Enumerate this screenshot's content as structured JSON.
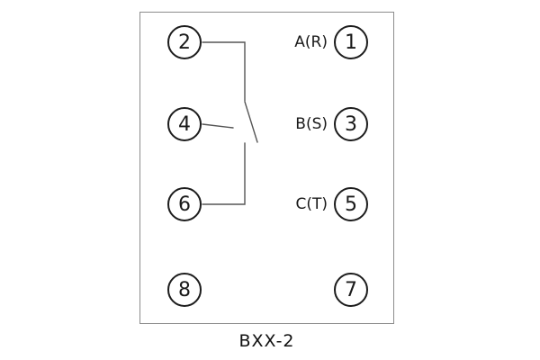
{
  "diagram": {
    "caption": "BXX-2",
    "terminals": {
      "t1": {
        "number": "1"
      },
      "t2": {
        "number": "2"
      },
      "t3": {
        "number": "3"
      },
      "t4": {
        "number": "4"
      },
      "t5": {
        "number": "5"
      },
      "t6": {
        "number": "6"
      },
      "t7": {
        "number": "7"
      },
      "t8": {
        "number": "8"
      }
    },
    "phase_labels": {
      "a": "A(R)",
      "b": "B(S)",
      "c": "C(T)"
    }
  }
}
